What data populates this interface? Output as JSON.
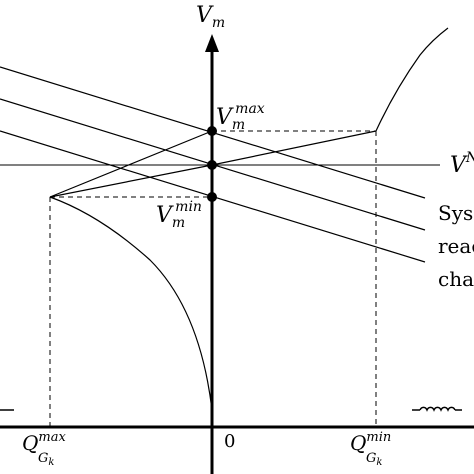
{
  "axes": {
    "y_label": "V",
    "y_sub": "m",
    "x_zero": "0"
  },
  "labels": {
    "vmax_base": "V",
    "vmax_sub": "m",
    "vmax_sup": "max",
    "vmin_base": "V",
    "vmin_sub": "m",
    "vmin_sup": "min",
    "vnom_base": "V",
    "vnom_sup": "N",
    "qmax_base": "Q",
    "qmax_sup": "max",
    "qmax_sub": "G",
    "qmax_subsub": "k",
    "qmin_base": "Q",
    "qmin_sup": "min",
    "qmin_sub": "G",
    "qmin_subsub": "k"
  },
  "annotation_lines": [
    "Sys",
    "reac",
    "cha"
  ]
}
